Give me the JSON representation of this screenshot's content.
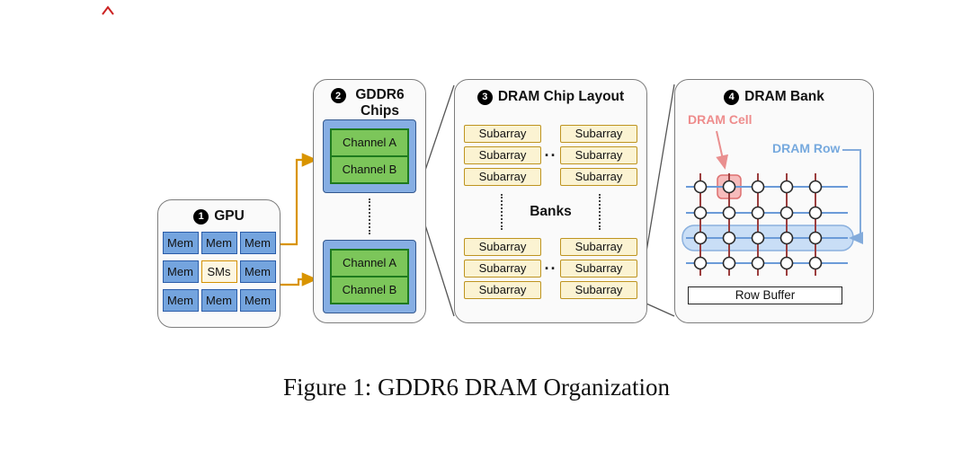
{
  "caption": "Figure 1: GDDR6 DRAM Organization",
  "panels": {
    "gpu": {
      "number": "1",
      "title": "GPU",
      "cells": [
        "Mem",
        "Mem",
        "Mem",
        "Mem",
        "SMs",
        "Mem",
        "Mem",
        "Mem",
        "Mem"
      ]
    },
    "gddr6": {
      "number": "2",
      "title": "GDDR6 Chips",
      "chips": [
        {
          "channel_a": "Channel A",
          "channel_b": "Channel B"
        },
        {
          "channel_a": "Channel A",
          "channel_b": "Channel B"
        }
      ]
    },
    "chip_layout": {
      "number": "3",
      "title": "DRAM Chip Layout",
      "subarray": "Subarray",
      "banks": "Banks",
      "dots": "··"
    },
    "dram_bank": {
      "number": "4",
      "title": "DRAM Bank",
      "cell_label": "DRAM Cell",
      "row_label": "DRAM Row",
      "row_buffer": "Row Buffer"
    }
  },
  "colors": {
    "mem_fill": "#74A4DE",
    "sms_fill": "#FDF6E0",
    "sms_border": "#D49000",
    "chip_fill": "#86AEE3",
    "channel_fill": "#7CC65A",
    "channel_border": "#1E7A1E",
    "subarray_fill": "#FBF3D2",
    "subarray_border": "#BE9420",
    "arrow": "#D99400",
    "bitline": "#9B3E3E",
    "wordline": "#6B9BD8",
    "cell_highlight": "#F6BCBC",
    "row_highlight": "#C9DEF6",
    "cell_label": "#EE8C8C",
    "row_label": "#76A9DE"
  }
}
